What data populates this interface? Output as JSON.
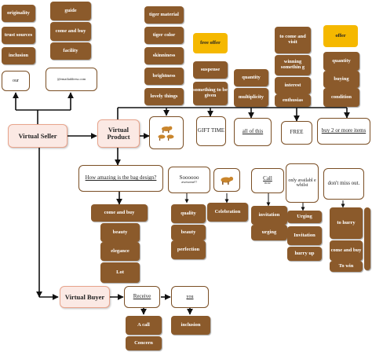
{
  "seller": {
    "title": "Virtual Seller",
    "top_left": [
      "originality",
      "trust sources",
      "inclusion"
    ],
    "top_mid": [
      "guide",
      "come and buy",
      "facility"
    ],
    "card_our": "our",
    "card_email": "@emailaddress.com"
  },
  "product": {
    "title": "Virtual Product",
    "features": [
      "tiger material",
      "tiger color",
      "skinniness",
      "brightness",
      "lovely things"
    ],
    "free_offer": "free offer",
    "suspense": "suspense",
    "something_given": "something to be given",
    "gift_time": "GIFT TIME",
    "quantity": "quantity",
    "multiplicity": "multiplicity",
    "all_of_this": "all of this",
    "come_visit": "to come and visit",
    "winning": "winning somethin g",
    "interest": "interest",
    "enthusiasm": "enthusias",
    "free": "FREE",
    "offer": "offer",
    "offer_quantity": "quantity",
    "buying": "buying",
    "condition": "condition",
    "buy_more": "buy 2 or more items"
  },
  "middle": {
    "bag_question": "How amazing is the bag design?",
    "bag_children": [
      "come and buy",
      "beauty",
      "elegance",
      "Lot"
    ],
    "soooo": "Soooooo",
    "soooo_sub": "awesome!!",
    "soooo_children": [
      "quality",
      "beauty",
      "perfection"
    ],
    "celebration": "Celebration",
    "call": "Call",
    "call_sub": "now",
    "call_children": [
      "invitation",
      "urging"
    ],
    "only": "only availabl e whilst",
    "only_children": [
      "Urging",
      "Invitation",
      "hurry up"
    ],
    "dont_miss": "don't miss out.",
    "dont_children": [
      "to hurry",
      "come and buy",
      "To win"
    ]
  },
  "buyer": {
    "title": "Virtual Buyer",
    "receive": "Receive",
    "receive_children": [
      "A call",
      "Concern"
    ],
    "you": "you",
    "you_children": [
      "inclusion"
    ]
  },
  "colors": {
    "brown": "#8b5a2b",
    "pink_border": "#e8a48c",
    "yellow": "#f5b800",
    "arrow": "#111111"
  }
}
